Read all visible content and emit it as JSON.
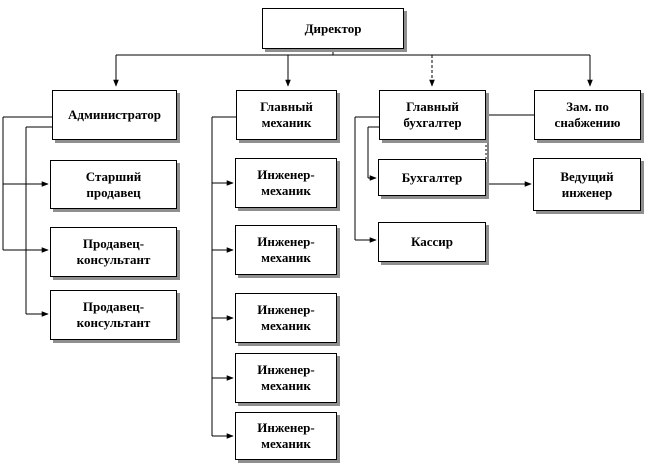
{
  "org_chart": {
    "director": "Директор",
    "administrator": "Администратор",
    "senior_seller": "Старший\nпродавец",
    "consultant_1": "Продавец-\nконсультант",
    "consultant_2": "Продавец-\nконсультант",
    "chief_mechanic": "Главный\nмеханик",
    "engineer_1": "Инженер-\nмеханик",
    "engineer_2": "Инженер-\nмеханик",
    "engineer_3": "Инженер-\nмеханик",
    "engineer_4": "Инженер-\nмеханик",
    "engineer_5": "Инженер-\nмеханик",
    "chief_accountant": "Главный\nбухгалтер",
    "accountant": "Бухгалтер",
    "cashier": "Кассир",
    "deputy_supply": "Зам. по\nснабжению",
    "lead_engineer": "Ведущий\nинженер"
  }
}
